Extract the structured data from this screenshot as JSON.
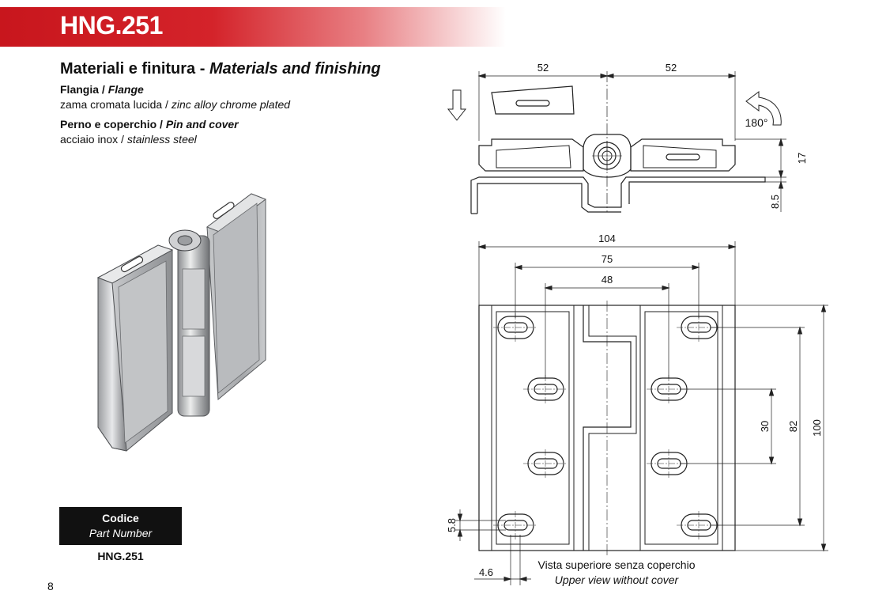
{
  "header": {
    "product_code": "HNG.251"
  },
  "materials": {
    "title_it": "Materiali e finitura -",
    "title_en": "Materials and finishing",
    "flange_label_it": "Flangia /",
    "flange_label_en": "Flange",
    "flange_value_it": "zama cromata lucida /",
    "flange_value_en": "zinc alloy chrome plated",
    "pin_label_it": "Perno e coperchio /",
    "pin_label_en": "Pin and cover",
    "pin_value_it": "acciaio inox /",
    "pin_value_en": "stainless steel"
  },
  "code_table": {
    "header_it": "Codice",
    "header_en": "Part Number",
    "value": "HNG.251"
  },
  "page_number": "8",
  "drawing": {
    "side_view": {
      "dim_left": "52",
      "dim_right": "52",
      "rotation": "180°",
      "dim_height": "17",
      "dim_offset": "8.5"
    },
    "top_view": {
      "dim_total_width": "104",
      "dim_holes_outer": "75",
      "dim_holes_inner": "48",
      "dim_total_height": "100",
      "dim_holes_vertical": "82",
      "dim_holes_inner_vertical": "30",
      "dim_slot_height": "5.8",
      "dim_slot_width": "4.6"
    },
    "caption_it": "Vista superiore senza coperchio",
    "caption_en": "Upper view without cover"
  }
}
